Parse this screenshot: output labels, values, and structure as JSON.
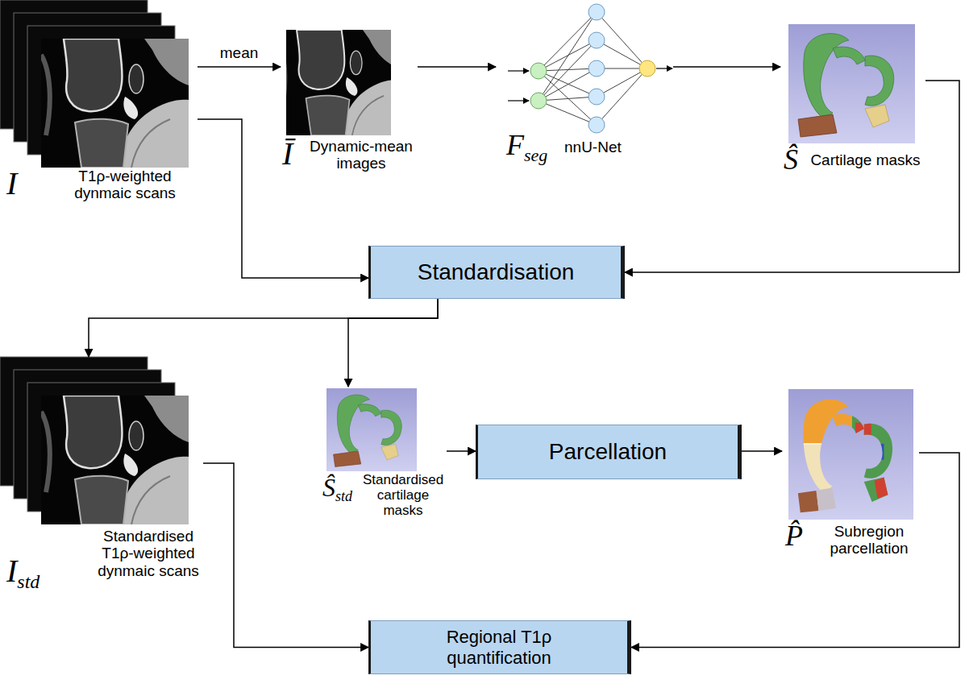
{
  "diagram": {
    "nodes": [
      {
        "text": [
          "I",
          "T1ρ-weighted dynmaic scans"
        ]
      },
      {
        "text": [
          "Ī",
          "Dynamic-mean images"
        ]
      },
      {
        "text": [
          "F",
          "seg",
          "nnU-Net"
        ]
      },
      {
        "text": [
          "Ŝ",
          "Cartilage masks"
        ]
      },
      {
        "text": [
          "Standardisation"
        ]
      },
      {
        "text": [
          "I",
          "std",
          "Standardised T1ρ-weighted dynmaic scans"
        ]
      },
      {
        "text": [
          "Ŝ",
          "std",
          "Standardised cartilage masks"
        ]
      },
      {
        "text": [
          "Parcellation"
        ]
      },
      {
        "text": [
          "P̂",
          "Subregion parcellation"
        ]
      },
      {
        "text": [
          "Regional T1ρ quantification"
        ]
      }
    ],
    "edges": [
      {
        "from": 0,
        "to": 1,
        "label": "mean",
        "arrow": "to"
      },
      {
        "from": 1,
        "to": 2,
        "arrow": "to"
      },
      {
        "from": 2,
        "to": 3,
        "arrow": "to"
      },
      {
        "from": 0,
        "to": 4,
        "arrow": "to"
      },
      {
        "from": 3,
        "to": 4,
        "arrow": "to"
      },
      {
        "from": 4,
        "to": 5,
        "arrow": "to"
      },
      {
        "from": 4,
        "to": 6,
        "arrow": "to"
      },
      {
        "from": 6,
        "to": 7,
        "arrow": "to"
      },
      {
        "from": 7,
        "to": 8,
        "arrow": "to"
      },
      {
        "from": 5,
        "to": 9,
        "arrow": "to"
      },
      {
        "from": 8,
        "to": 9,
        "arrow": "to"
      }
    ]
  }
}
